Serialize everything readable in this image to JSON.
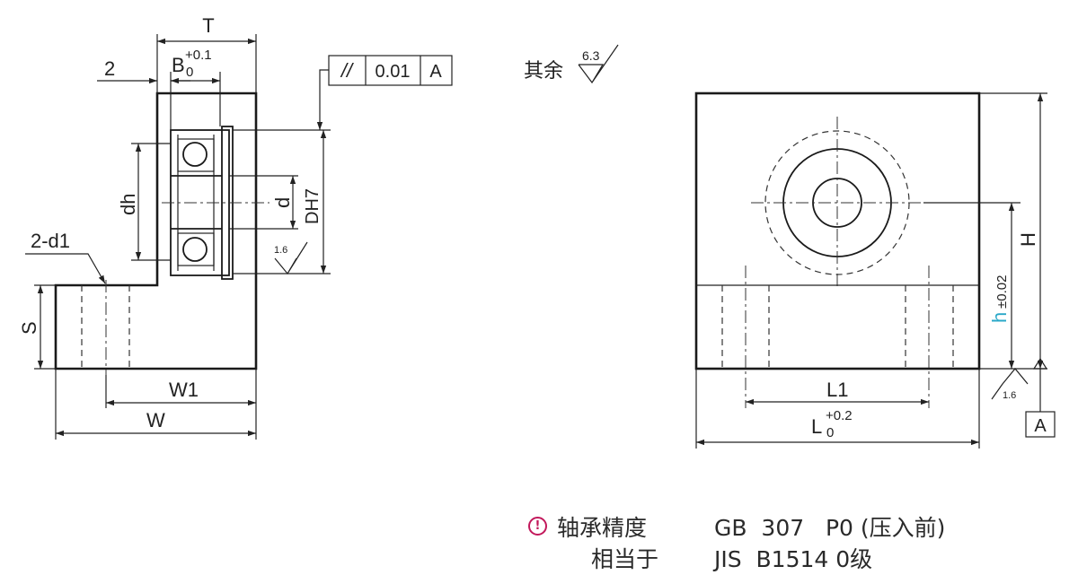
{
  "colors": {
    "line": "#1a1a1a",
    "accent": "#2aa8c8",
    "warning": "#c2185b"
  },
  "left_view": {
    "dim_T": "T",
    "dim_B": "B",
    "dim_B_tol_upper": "+0.1",
    "dim_B_tol_lower": "0",
    "dim_2": "2",
    "dim_dh": "dh",
    "dim_d": "d",
    "dim_DH7": "DH7",
    "holes_label": "2-d1",
    "dim_S": "S",
    "dim_W1": "W1",
    "dim_W": "W",
    "roughness_value": "1.6",
    "tolerance_frame": {
      "symbol": "//",
      "value": "0.01",
      "datum": "A"
    }
  },
  "general_roughness": {
    "label": "其余",
    "value": "6.3"
  },
  "right_view": {
    "dim_H": "H",
    "dim_h": "h",
    "dim_h_tol": "±0.02",
    "dim_L1": "L1",
    "dim_L": "L",
    "dim_L_tol_upper": "+0.2",
    "dim_L_tol_lower": "0",
    "roughness_value": "1.6",
    "datum_label": "A"
  },
  "notes": {
    "line1_label": "轴承精度",
    "line1_value": "GB  307   P0 (压入前)",
    "line2_label": "相当于",
    "line2_value": "JIS  B1514 0级"
  }
}
